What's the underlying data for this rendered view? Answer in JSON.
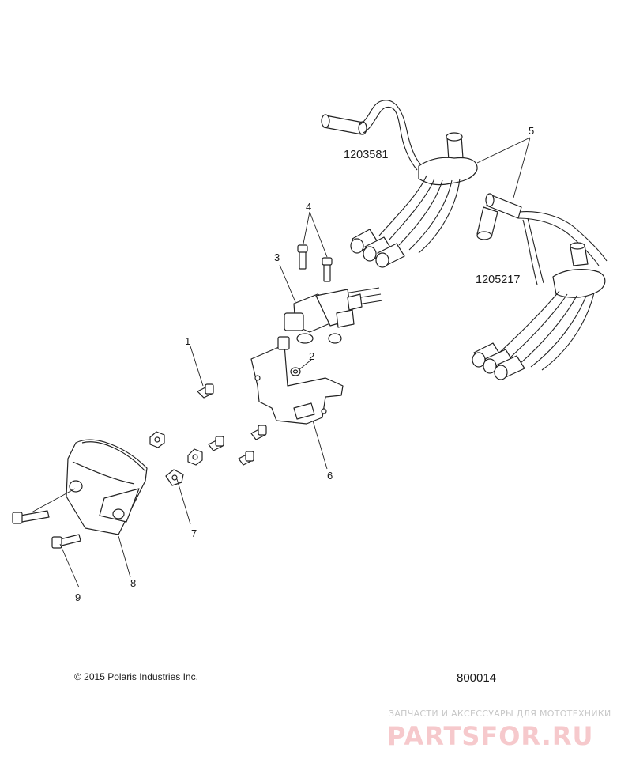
{
  "callouts": {
    "c1": "1",
    "c2": "2",
    "c3": "3",
    "c4": "4",
    "c5": "5",
    "c6": "6",
    "c7": "7",
    "c8": "8",
    "c9": "9"
  },
  "part_numbers": {
    "upper_harness": "1203581",
    "lower_harness": "1205217"
  },
  "footer": {
    "copyright": "© 2015 Polaris Industries Inc.",
    "diagram_code": "800014"
  },
  "watermark": {
    "tagline": "ЗАПЧАСТИ И АКСЕССУАРЫ ДЛЯ МОТОТЕХНИКИ",
    "brand": "PARTSFOR.RU"
  }
}
